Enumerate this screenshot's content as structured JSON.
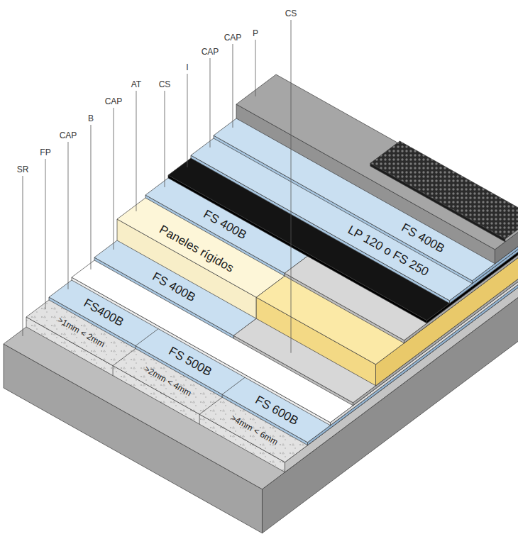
{
  "diagram": {
    "nodes": [
      {
        "text": [
          ">1mm < 2mm"
        ]
      },
      {
        "text": [
          ">2mm < 4mm"
        ]
      },
      {
        "text": [
          ">4mm < 6mm"
        ]
      },
      {
        "text": [
          "FS400B"
        ]
      },
      {
        "text": [
          "FS 500B"
        ]
      },
      {
        "text": [
          "FS 600B"
        ]
      },
      {
        "text": [
          "FS 400B"
        ]
      },
      {
        "text": [
          "Paneles rígidos"
        ]
      },
      {
        "text": [
          "FS 400B"
        ]
      },
      {
        "text": [
          "LP 120 o FS 250"
        ]
      },
      {
        "text": [
          "FS 400B"
        ]
      }
    ],
    "labels": [
      "SR",
      "FP",
      "CAP",
      "B",
      "CAP",
      "AT",
      "CS",
      "I",
      "CAP",
      "CAP",
      "P",
      "CS"
    ]
  }
}
